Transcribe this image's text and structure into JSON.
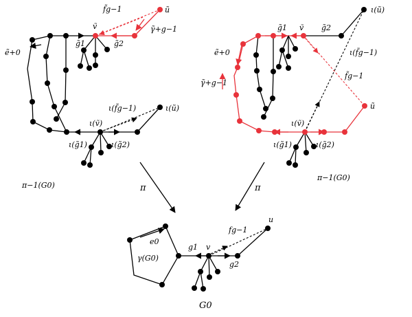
{
  "colors": {
    "red": "#e8333b",
    "black": "#000000"
  },
  "left_panel": {
    "f_tilde": "f̃g−1",
    "u_tilde": "ũ",
    "v_tilde": "ṽ",
    "g1_tilde": "g̃1",
    "g2_tilde": "g̃2",
    "gamma_tilde": "γ̃+g−1",
    "e0_tilde": "ẽ+0",
    "iota_f": "ι(f̃g−1)",
    "iota_u": "ι(ũ)",
    "iota_v": "ι(ṽ)",
    "iota_g1": "ι(g̃1)",
    "iota_g2": "ι(g̃2)",
    "caption": "π−1(G0)"
  },
  "right_panel": {
    "iota_u": "ι(ũ)",
    "g1_tilde": "g̃1",
    "v_tilde": "ṽ",
    "g2_tilde": "g̃2",
    "e0_tilde": "ẽ+0",
    "iota_f": "ι(f̃g−1)",
    "f_tilde": "f̃g−1",
    "gamma_tilde": "γ̃+g−1",
    "u_tilde": "ũ",
    "iota_v": "ι(ṽ)",
    "iota_g1": "ι(g̃1)",
    "iota_g2": "ι(g̃2)",
    "caption": "π−1(G0)"
  },
  "arrows": {
    "left_pi": "π",
    "right_pi": "π"
  },
  "bottom_panel": {
    "u": "u",
    "f": "fg−1",
    "e0": "e0",
    "gamma": "γ(G0)",
    "g1": "g1",
    "v": "v",
    "g2": "g2",
    "caption": "G0"
  }
}
